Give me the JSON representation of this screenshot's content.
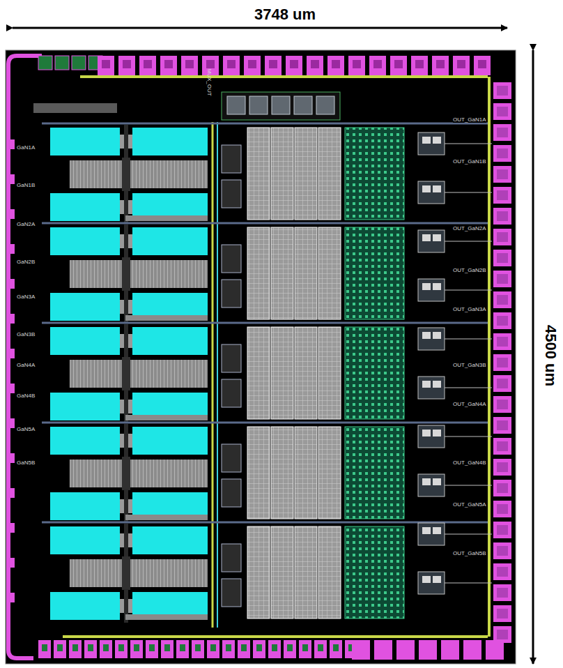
{
  "diagram": {
    "labels": [
      "3748 um",
      "4500 um",
      "MUX_OUT",
      "GaN1A",
      "GaN1B",
      "GaN2A",
      "GaN2B",
      "GaN3A",
      "GaN3B",
      "GaN4A",
      "GaN4B",
      "GaN5A",
      "GaN5B",
      "OUT_GaN1A",
      "OUT_GaN1B",
      "OUT_GaN2A",
      "OUT_GaN2B",
      "OUT_GaN3A",
      "OUT_GaN3B",
      "OUT_GaN4A",
      "OUT_GaN4B",
      "OUT_GaN5A",
      "OUT_GaN5B"
    ]
  }
}
